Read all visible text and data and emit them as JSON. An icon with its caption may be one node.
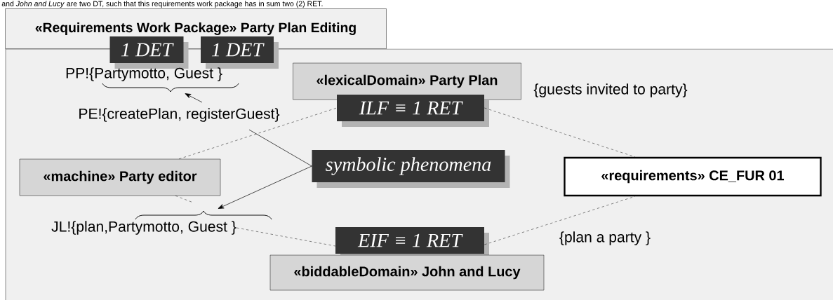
{
  "diagram": {
    "nodes": [
      {
        "text": [
          "«Requirements Work Package» Party Plan Editing"
        ]
      },
      {
        "text": [
          "1 DET"
        ]
      },
      {
        "text": [
          "1 DET"
        ]
      },
      {
        "text": [
          "PP!{Partymotto, Guest }"
        ],
        "in": 0
      },
      {
        "text": [
          "PE!{createPlan, registerGuest}"
        ],
        "in": 0
      },
      {
        "text": [
          "«lexicalDomain» Party Plan"
        ],
        "in": 0
      },
      {
        "text": [
          "ILF ≡ 1 RET"
        ],
        "in": 0
      },
      {
        "text": [
          "symbolic phenomena"
        ],
        "in": 0
      },
      {
        "text": [
          "«machine» Party editor"
        ],
        "in": 0
      },
      {
        "text": [
          "«requirements» CE_FUR 01"
        ],
        "in": 0
      },
      {
        "text": [
          "JL!{plan,Partymotto, Guest }"
        ],
        "in": 0
      },
      {
        "text": [
          "EIF ≡ 1 RET"
        ],
        "in": 0
      },
      {
        "text": [
          "«biddableDomain» John and Lucy"
        ],
        "in": 0
      }
    ],
    "edges": [
      {
        "from": 4,
        "to": 3,
        "arrow": "to"
      },
      {
        "from": 7,
        "to": 4,
        "arrow": "none"
      },
      {
        "from": 7,
        "to": 10,
        "arrow": "to"
      },
      {
        "from": 8,
        "to": 6,
        "arrow": "none",
        "style": "dashed"
      },
      {
        "from": 6,
        "to": 9,
        "arrow": "none",
        "style": "dashed",
        "label": "{guests invited to party}"
      },
      {
        "from": 8,
        "to": 10,
        "arrow": "none",
        "style": "dashed"
      },
      {
        "from": 10,
        "to": 11,
        "arrow": "none",
        "style": "dashed"
      },
      {
        "from": 11,
        "to": 9,
        "arrow": "none",
        "style": "dashed",
        "label": "{plan a party }"
      }
    ],
    "labels": [
      "and *John and Lucy* are two DT, such that this requirements work package has in sum two (2) RET."
    ]
  }
}
